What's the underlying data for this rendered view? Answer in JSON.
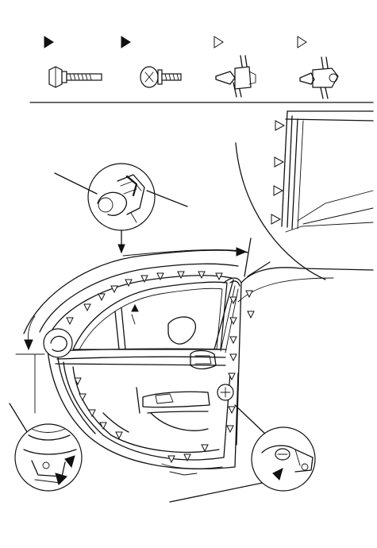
{
  "diagram": {
    "legend": {
      "items": [
        {
          "symbol": "solid-triangle",
          "part": "flange-bolt-icon"
        },
        {
          "symbol": "solid-triangle",
          "part": "washer-screw-icon"
        },
        {
          "symbol": "open-triangle",
          "part": "push-clip-icon"
        },
        {
          "symbol": "open-triangle",
          "part": "trim-clip-icon"
        }
      ]
    },
    "colors": {
      "line": "#111111",
      "background": "#ffffff"
    }
  }
}
